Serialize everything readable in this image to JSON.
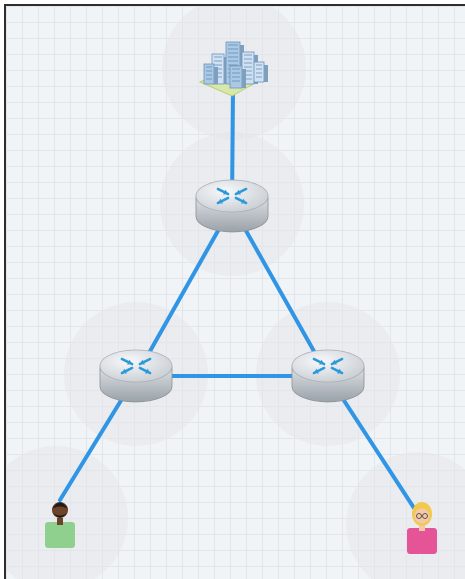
{
  "diagram": {
    "type": "network-topology",
    "nodes": [
      {
        "id": "datacenter",
        "icon": "buildings-icon"
      },
      {
        "id": "router-top",
        "icon": "router-icon"
      },
      {
        "id": "router-left",
        "icon": "router-icon"
      },
      {
        "id": "router-right",
        "icon": "router-icon"
      },
      {
        "id": "user-left",
        "icon": "person-icon"
      },
      {
        "id": "user-right",
        "icon": "person-icon"
      }
    ],
    "links": [
      [
        "datacenter",
        "router-top"
      ],
      [
        "router-top",
        "router-left"
      ],
      [
        "router-top",
        "router-right"
      ],
      [
        "router-left",
        "router-right"
      ],
      [
        "router-left",
        "user-left"
      ],
      [
        "router-right",
        "user-right"
      ]
    ],
    "colors": {
      "link": "#2f95e4",
      "router_body": "#c7ccd2",
      "router_arrows": "#2b9ad8",
      "user_left_shirt": "#8fd08f",
      "user_left_skin": "#6d4329",
      "user_right_shirt": "#e45496",
      "user_right_hair": "#f2c94c"
    }
  }
}
